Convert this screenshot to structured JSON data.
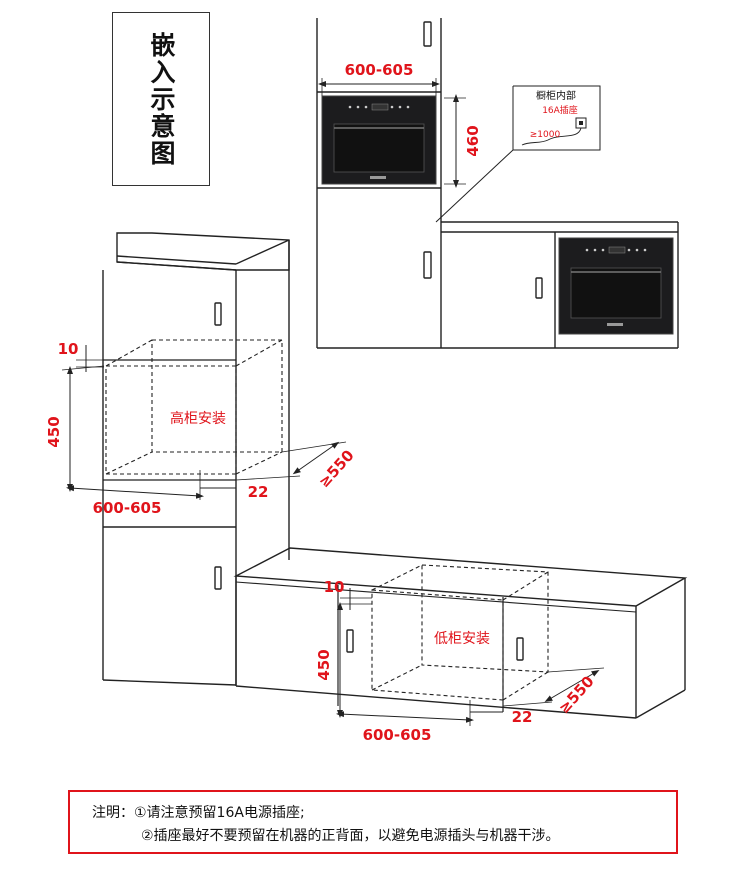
{
  "title": "嵌入示意图",
  "top_right": {
    "width_dim": "600-605",
    "height_dim": "460",
    "callout_title": "橱柜内部",
    "socket_label": "16A插座",
    "socket_min_height": "≥1000"
  },
  "high_cabinet": {
    "label": "高柜安装",
    "gap_dim": "10",
    "height_dim": "450",
    "width_dim": "600-605",
    "side_dim": "22",
    "depth_dim": "≥550"
  },
  "low_cabinet": {
    "label": "低柜安装",
    "gap_dim": "10",
    "height_dim": "450",
    "width_dim": "600-605",
    "side_dim": "22",
    "depth_dim": "≥550"
  },
  "notes": {
    "line1": "注明：①请注意预留16A电源插座;",
    "line2": "②插座最好不要预留在机器的正背面，以避免电源插头与机器干涉。"
  },
  "colors": {
    "dimension_red": "#e0141b",
    "line_dark": "#222222",
    "oven_body": "#1c1c1e"
  }
}
